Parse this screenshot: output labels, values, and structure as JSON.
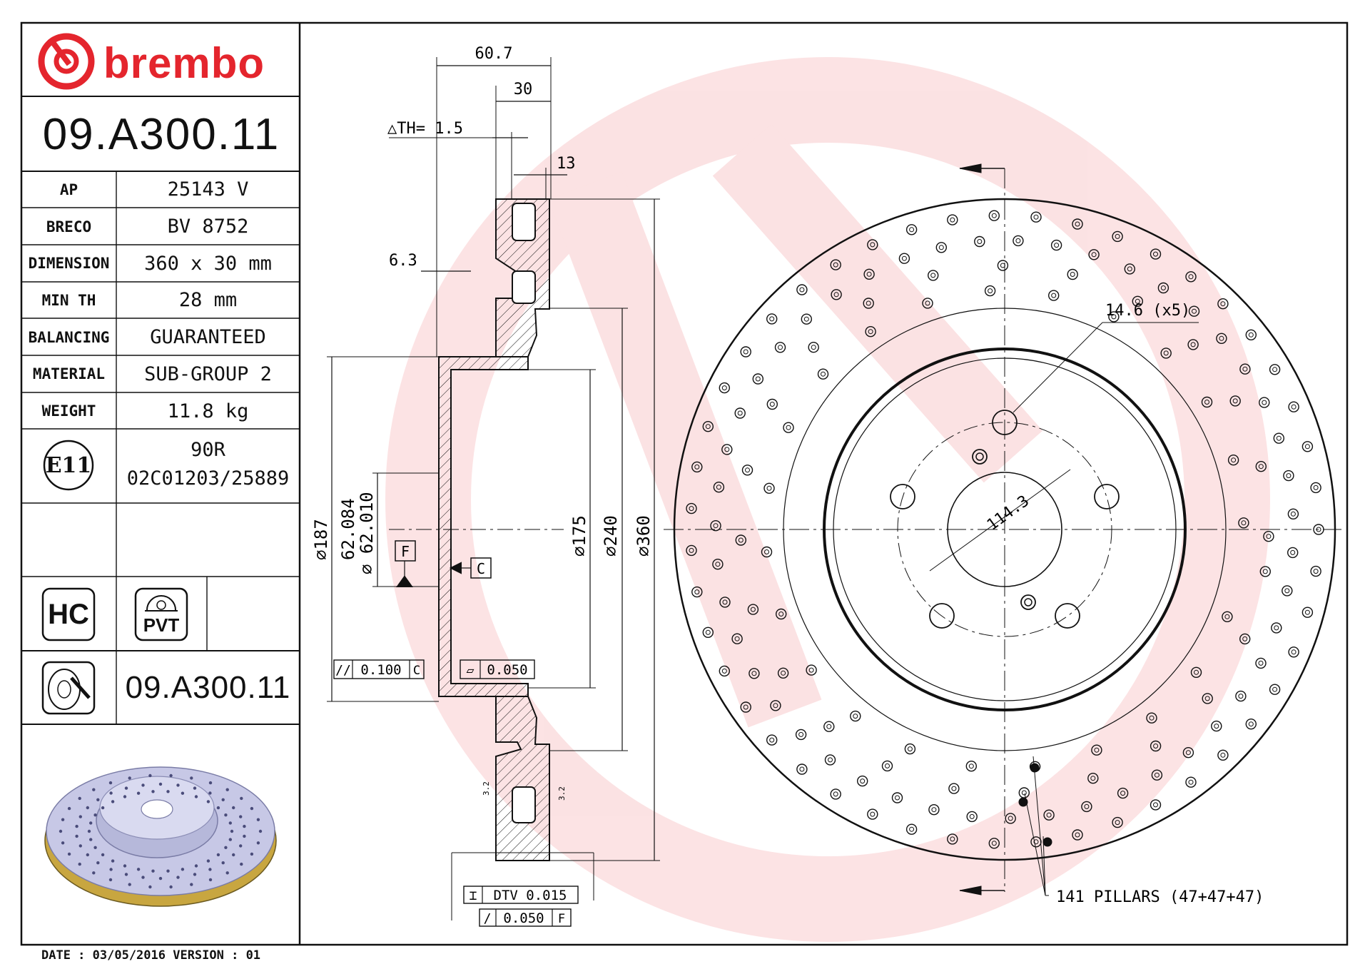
{
  "brand": {
    "name": "brembo",
    "color": "#e4252d"
  },
  "part_number": "09.A300.11",
  "specs": [
    {
      "label": "AP",
      "value": "25143 V"
    },
    {
      "label": "BRECO",
      "value": "BV 8752"
    },
    {
      "label": "DIMENSION",
      "value": "360 x 30 mm"
    },
    {
      "label": "MIN TH",
      "value": "28 mm"
    },
    {
      "label": "BALANCING",
      "value": "GUARANTEED"
    },
    {
      "label": "MATERIAL",
      "value": "SUB-GROUP 2"
    },
    {
      "label": "WEIGHT",
      "value": "11.8 kg"
    }
  ],
  "homologation": {
    "mark": "E11",
    "line1": "90R",
    "line2": "02C01203/25889"
  },
  "badges": {
    "hc": "HC",
    "pvt": "PVT",
    "part_number_repeat": "09.A300.11"
  },
  "footer": "DATE : 03/05/2016 VERSION : 01",
  "section_dims": {
    "overall_width": "60.7",
    "thickness": "30",
    "th": "△TH= 1.5",
    "face": "13",
    "hat": "6.3",
    "d_outer": "⌀360",
    "d_240": "⌀240",
    "d_175": "⌀175",
    "d_187": "⌀187",
    "bore_max": "62.084",
    "bore_min": "⌀ 62.010",
    "datum_f": "F",
    "datum_c": "C",
    "parallel_tol": "0.100",
    "flat_tol": "0.050",
    "runout_tol": "0.050",
    "dtv": "DTV 0.015",
    "rough_1": "3.2",
    "rough_2": "3.2"
  },
  "front_dims": {
    "bolt_holes": "14.6 (x5)",
    "pcd": "114.3",
    "pillars": "141 PILLARS (47+47+47)"
  }
}
